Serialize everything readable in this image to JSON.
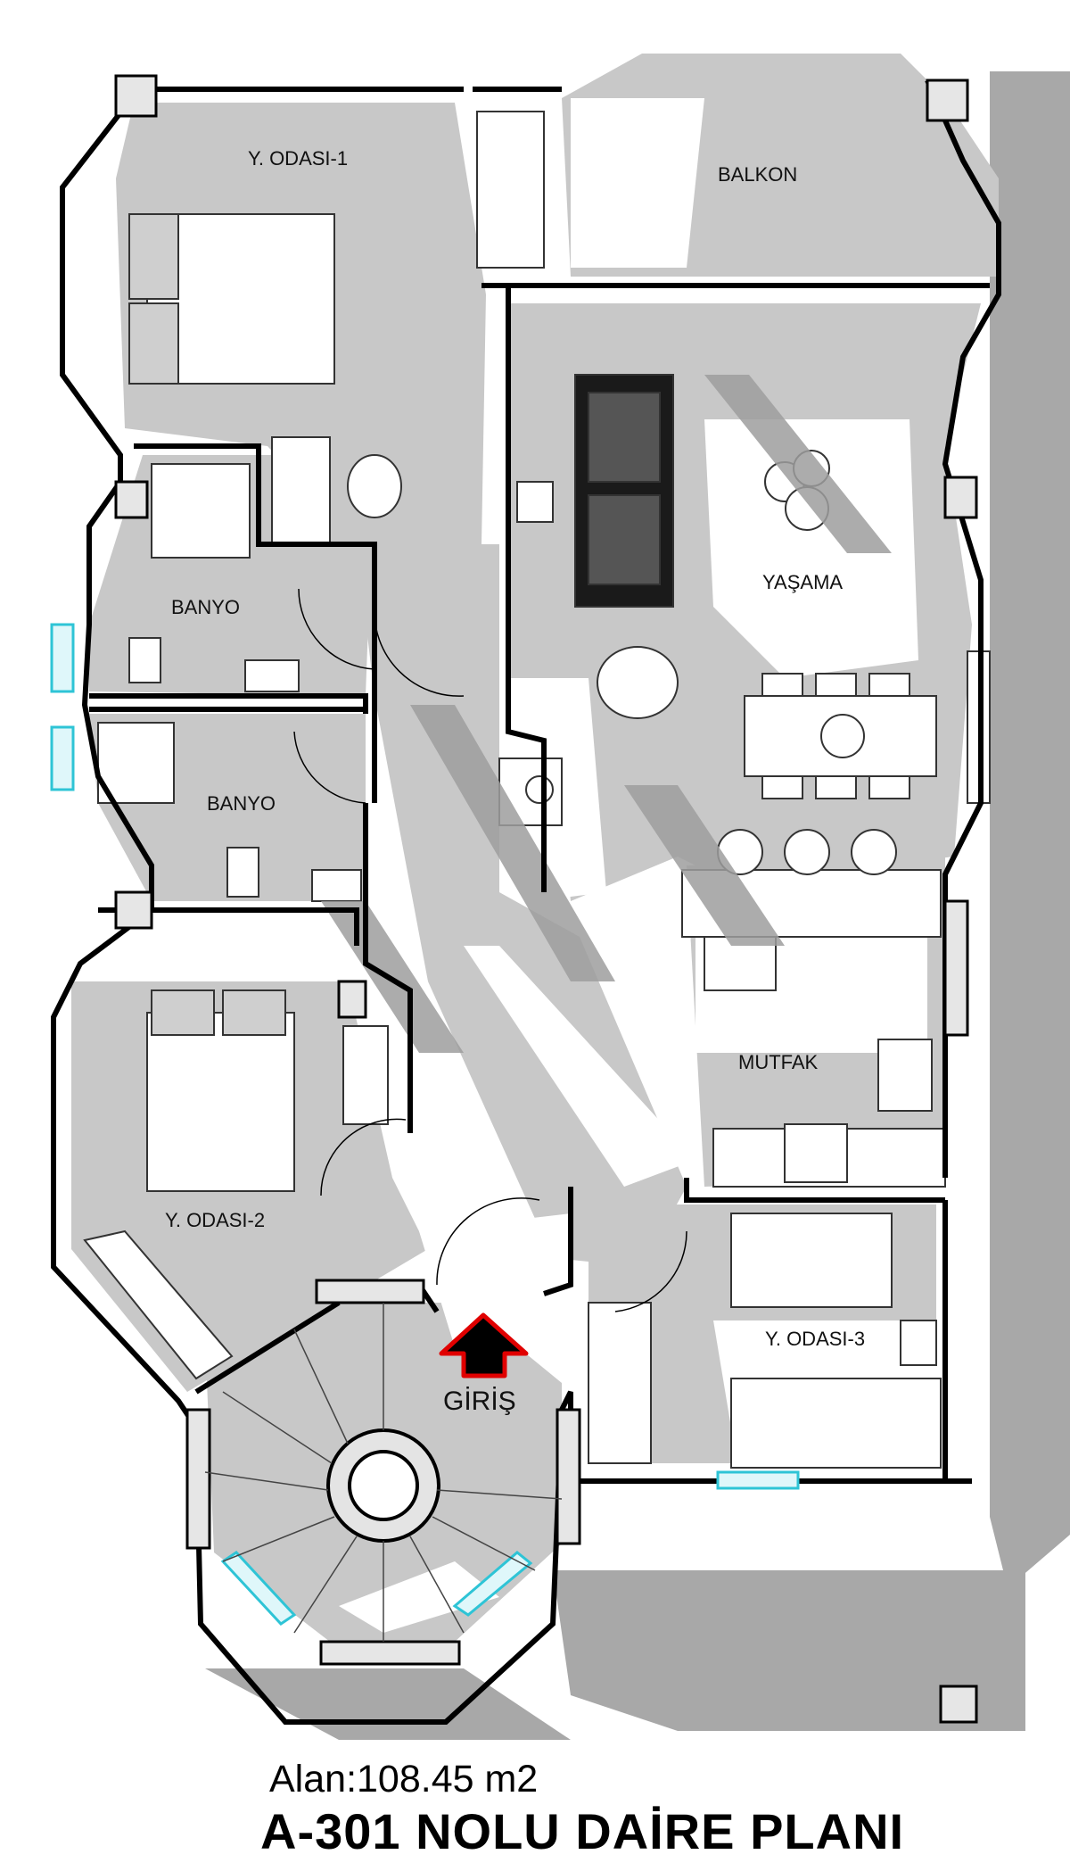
{
  "rooms": {
    "bedroom1": "Y. ODASI-1",
    "balcony": "BALKON",
    "living": "YAŞAMA",
    "bath1": "BANYO",
    "bath2": "BANYO",
    "kitchen": "MUTFAK",
    "bedroom2": "Y. ODASI-2",
    "bedroom3": "Y. ODASI-3"
  },
  "entry_label": "GİRİŞ",
  "area": "Alan:108.45 m2",
  "title": "A-301 NOLU DAİRE PLANI",
  "colors": {
    "floor": "#c8c8c8",
    "shadow": "#9e9e9e",
    "wall": "#000000",
    "window": "#2ec4d6",
    "arrow_outline": "#e00000",
    "arrow_fill": "#000000"
  }
}
